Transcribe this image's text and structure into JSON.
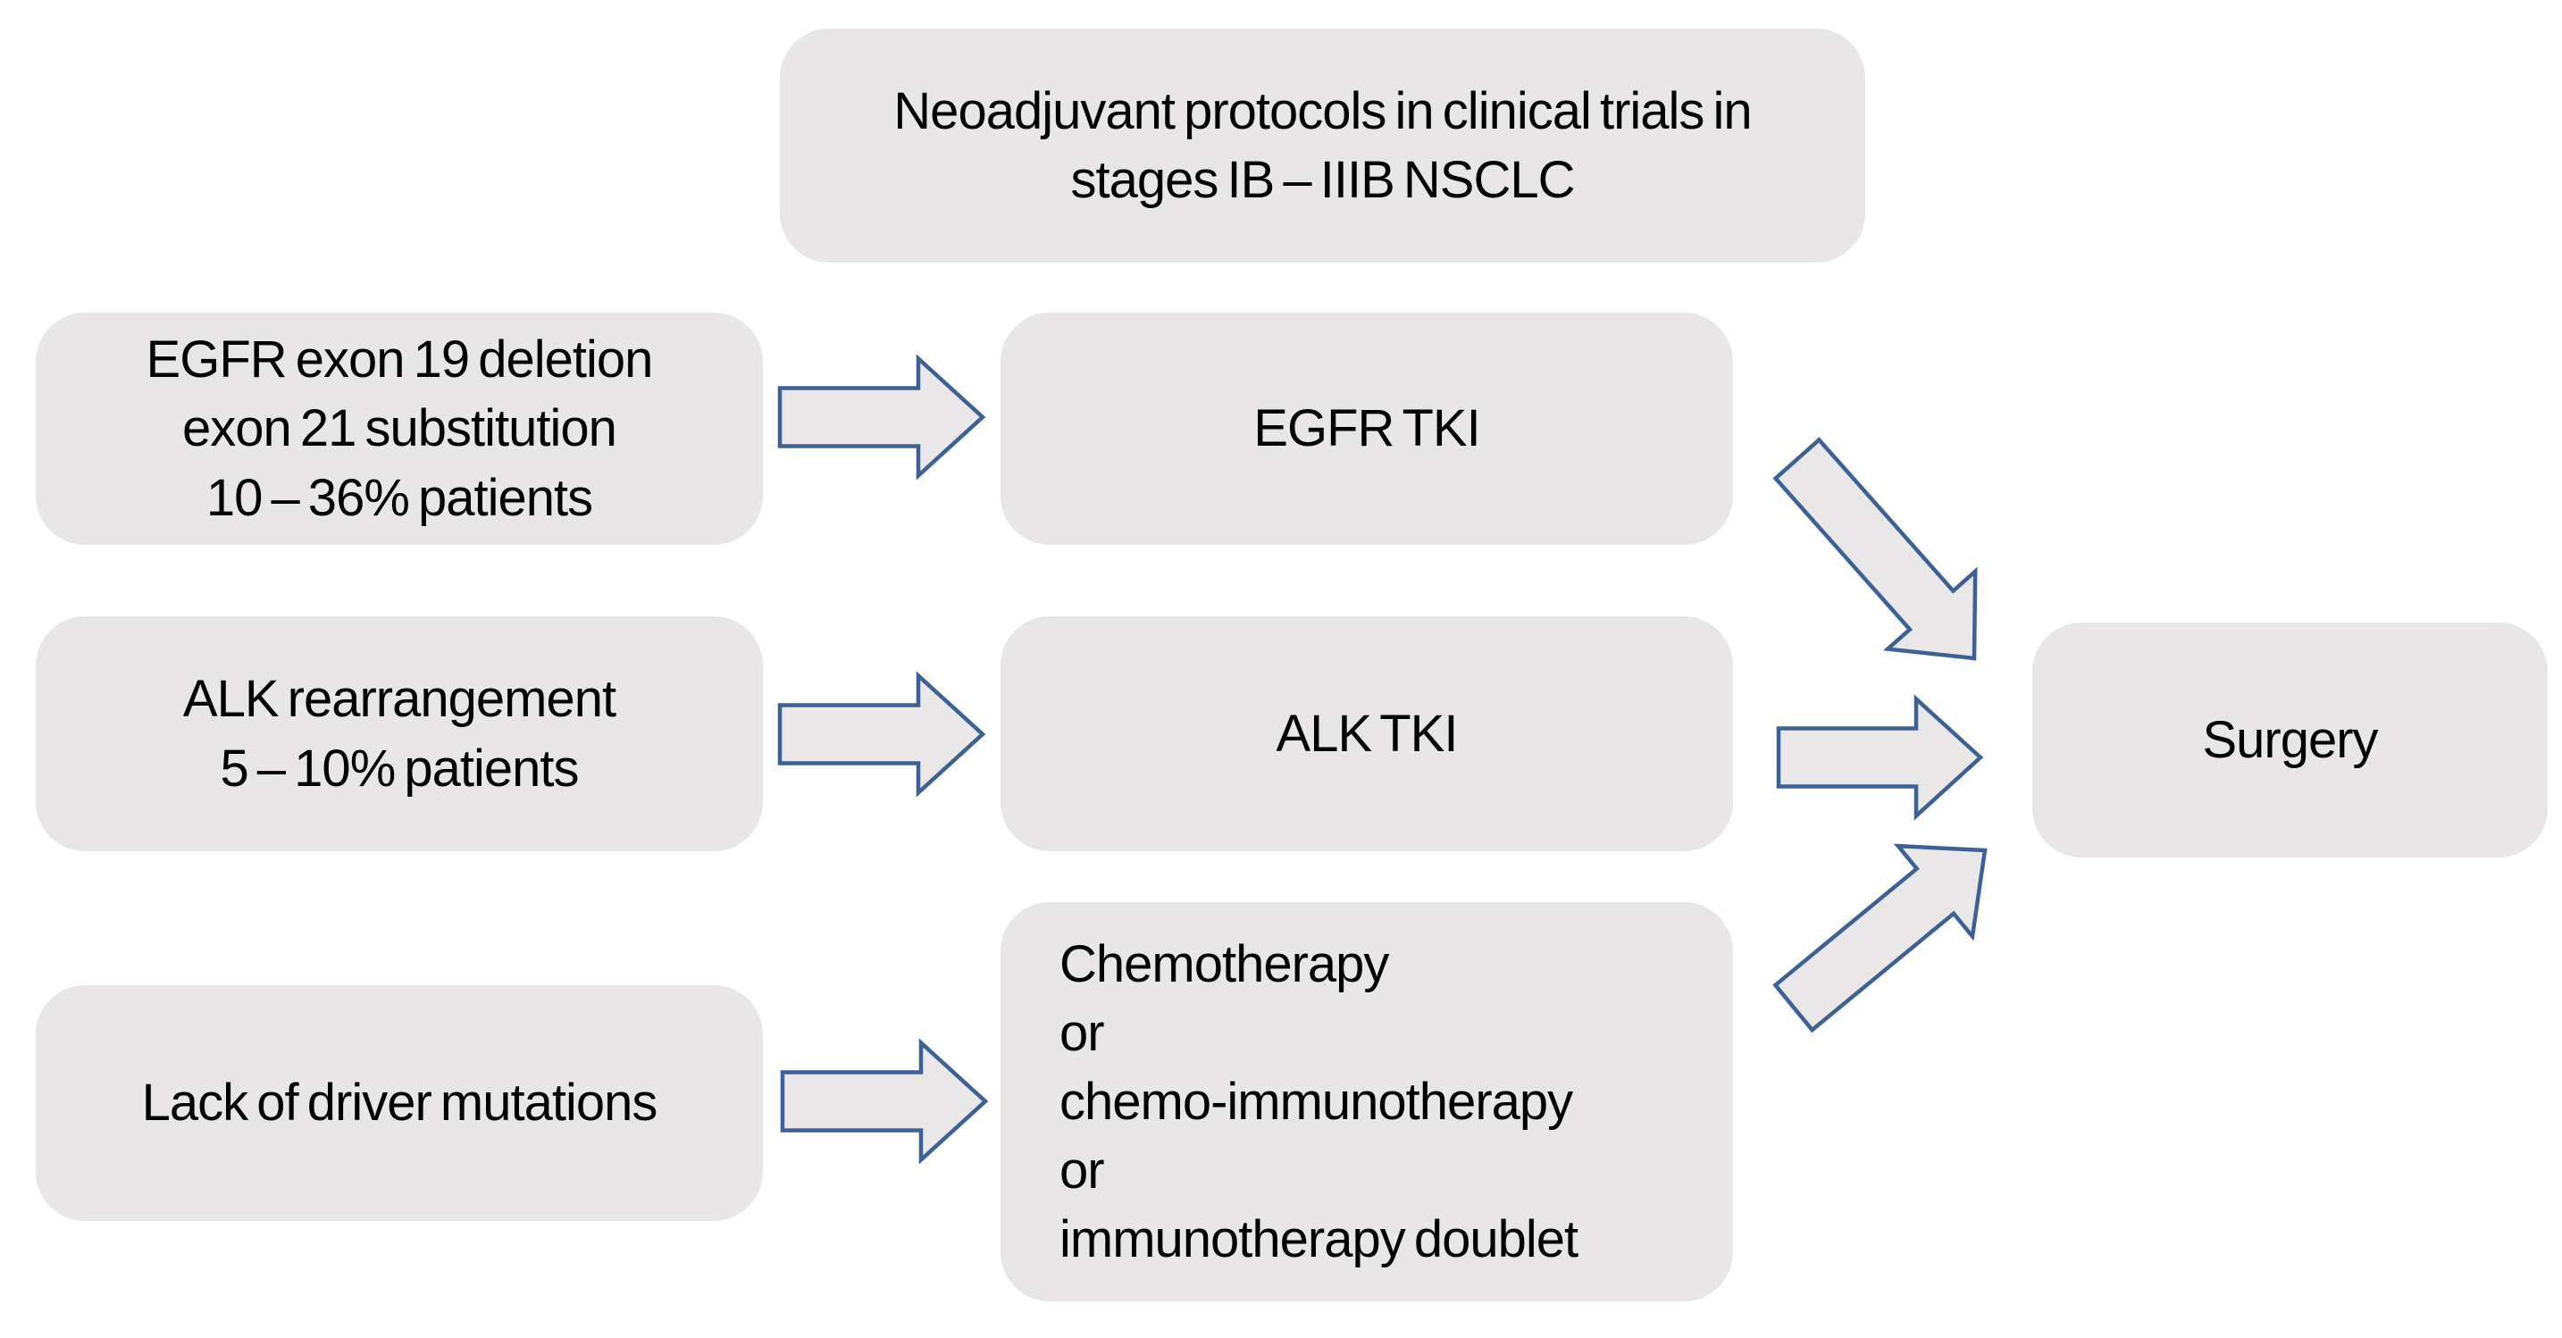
{
  "diagram": {
    "title_box": {
      "lines": [
        "Neoadjuvant protocols in clinical trials in",
        "stages IB – IIIB NSCLC"
      ]
    },
    "rows": [
      {
        "source": {
          "lines": [
            "EGFR exon 19 deletion",
            "exon 21 substitution",
            "10 – 36% patients"
          ]
        },
        "treatment": {
          "lines": [
            "EGFR TKI"
          ]
        }
      },
      {
        "source": {
          "lines": [
            "ALK rearrangement",
            "5 – 10% patients"
          ]
        },
        "treatment": {
          "lines": [
            "ALK TKI"
          ]
        }
      },
      {
        "source": {
          "lines": [
            "Lack of driver mutations"
          ]
        },
        "treatment": {
          "lines": [
            "Chemotherapy",
            "or",
            "chemo-immunotherapy",
            "or",
            "immunotherapy doublet"
          ]
        }
      }
    ],
    "outcome_box": {
      "label": "Surgery"
    },
    "edges": [
      {
        "from": "EGFR exon 19 deletion / exon 21 substitution / 10 – 36% patients",
        "to": "EGFR TKI"
      },
      {
        "from": "ALK rearrangement / 5 – 10% patients",
        "to": "ALK TKI"
      },
      {
        "from": "Lack of driver mutations",
        "to": "Chemotherapy or chemo-immunotherapy or immunotherapy doublet"
      },
      {
        "from": "EGFR TKI",
        "to": "Surgery"
      },
      {
        "from": "ALK TKI",
        "to": "Surgery"
      },
      {
        "from": "Chemotherapy or chemo-immunotherapy or immunotherapy doublet",
        "to": "Surgery"
      }
    ],
    "colors": {
      "background": "#ffffff",
      "box_fill": "#e8e6e6",
      "arrow_fill": "#e9e7e8",
      "arrow_stroke": "#3e6195",
      "text": "#000000"
    }
  }
}
